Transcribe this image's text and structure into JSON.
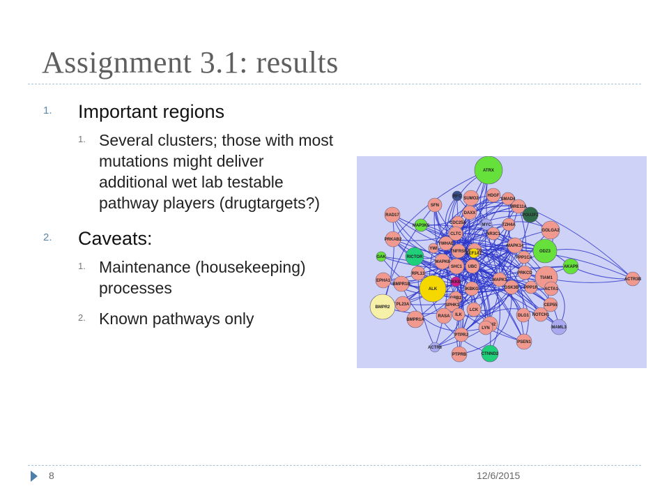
{
  "slide": {
    "title": "Assignment 3.1: results",
    "outline": [
      {
        "marker": "1.",
        "text": "Important regions",
        "children": [
          {
            "marker": "1.",
            "text": "Several clusters; those with most mutations might deliver additional wet lab testable pathway players (drugtargets?)"
          }
        ]
      },
      {
        "marker": "2.",
        "text": "Caveats:",
        "children": [
          {
            "marker": "1.",
            "text": "Maintenance (housekeeping) processes"
          },
          {
            "marker": "2.",
            "text": "Known pathways only"
          }
        ]
      }
    ],
    "footer": {
      "page_number": "8",
      "date": "12/6/2015"
    }
  },
  "colors": {
    "network_bg": "#cfd2f7",
    "edge": "#2b35c9",
    "node_default": "#f1998f",
    "node_green": "#66e03a",
    "node_teal": "#1fcf7a",
    "node_yellow": "#f5d800",
    "node_paleyellow": "#f7f0a8",
    "node_lavender": "#a9a9f0",
    "node_darkgreen": "#2f6b4a",
    "node_navy": "#3b4f8a",
    "node_magenta": "#d11a8c"
  },
  "network": {
    "nodes": [
      {
        "label": "ATRX",
        "color": "node_green"
      },
      {
        "label": "RFC",
        "color": "node_navy"
      },
      {
        "label": "SUMO2",
        "color": "node_default"
      },
      {
        "label": "HDGF",
        "color": "node_default"
      },
      {
        "label": "SMAD4",
        "color": "node_default"
      },
      {
        "label": "MRE11A",
        "color": "node_default"
      },
      {
        "label": "POU2F2",
        "color": "node_darkgreen"
      },
      {
        "label": "RAD17",
        "color": "node_default"
      },
      {
        "label": "SFN",
        "color": "node_default"
      },
      {
        "label": "DAXX",
        "color": "node_default"
      },
      {
        "label": "MAP3K5",
        "color": "node_green"
      },
      {
        "label": "CDC25A",
        "color": "node_default"
      },
      {
        "label": "MYC",
        "color": "node_lavender"
      },
      {
        "label": "TZH4A",
        "color": "node_default"
      },
      {
        "label": "GOLGA2",
        "color": "node_default"
      },
      {
        "label": "PRKAB2",
        "color": "node_default"
      },
      {
        "label": "CLTC",
        "color": "node_default"
      },
      {
        "label": "NR3C1",
        "color": "node_default"
      },
      {
        "label": "XRCC6",
        "color": "node_default"
      },
      {
        "label": "MAPK14",
        "color": "node_default"
      },
      {
        "label": "ODZ3",
        "color": "node_green"
      },
      {
        "label": "YWHAE",
        "color": "node_default"
      },
      {
        "label": "YWI",
        "color": "node_default"
      },
      {
        "label": "TNFRSF",
        "color": "node_default"
      },
      {
        "label": "EEF1A1",
        "color": "node_yellow"
      },
      {
        "label": "PPP1CA",
        "color": "node_default"
      },
      {
        "label": "GAK",
        "color": "node_green"
      },
      {
        "label": "RICTOR",
        "color": "node_teal"
      },
      {
        "label": "MAPK8",
        "color": "node_default"
      },
      {
        "label": "SHC1",
        "color": "node_default"
      },
      {
        "label": "UBC",
        "color": "node_default"
      },
      {
        "label": "PRKCD",
        "color": "node_default"
      },
      {
        "label": "TIAM1",
        "color": "node_default"
      },
      {
        "label": "AKAP9",
        "color": "node_green"
      },
      {
        "label": "ACTR3B",
        "color": "node_default"
      },
      {
        "label": "EPHA1",
        "color": "node_default"
      },
      {
        "label": "BMPR1B",
        "color": "node_default"
      },
      {
        "label": "RPL13",
        "color": "node_default"
      },
      {
        "label": "IKKB",
        "color": "node_magenta"
      },
      {
        "label": "MAPK1",
        "color": "node_default"
      },
      {
        "label": "GSK3B",
        "color": "node_default"
      },
      {
        "label": "PPP1R",
        "color": "node_default"
      },
      {
        "label": "ACTA1",
        "color": "node_default"
      },
      {
        "label": "ALK",
        "color": "node_yellow"
      },
      {
        "label": "GRB2",
        "color": "node_default"
      },
      {
        "label": "IKBKG",
        "color": "node_default"
      },
      {
        "label": "BMPR2",
        "color": "node_paleyellow"
      },
      {
        "label": "PL23A",
        "color": "node_default"
      },
      {
        "label": "SPHK1",
        "color": "node_default"
      },
      {
        "label": "LCK",
        "color": "node_default"
      },
      {
        "label": "DLG1",
        "color": "node_default"
      },
      {
        "label": "NOTCH1",
        "color": "node_default"
      },
      {
        "label": "CEP55",
        "color": "node_default"
      },
      {
        "label": "ILK",
        "color": "node_default"
      },
      {
        "label": "RASA",
        "color": "node_default"
      },
      {
        "label": "CDH2",
        "color": "node_default"
      },
      {
        "label": "MAML3",
        "color": "node_lavender"
      },
      {
        "label": "BMPR1A",
        "color": "node_default"
      },
      {
        "label": "LYN",
        "color": "node_default"
      },
      {
        "label": "PSEN1",
        "color": "node_default"
      },
      {
        "label": "PTPRJ",
        "color": "node_default"
      },
      {
        "label": "ACTR8",
        "color": "node_lavender"
      },
      {
        "label": "CTNND2",
        "color": "node_teal"
      },
      {
        "label": "PTPRB",
        "color": "node_default"
      }
    ]
  }
}
